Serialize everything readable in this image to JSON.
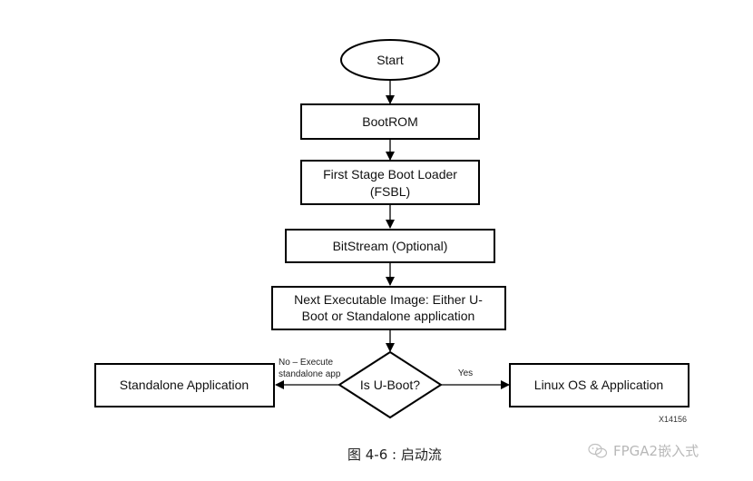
{
  "nodes": {
    "start": "Start",
    "bootrom": "BootROM",
    "fsbl": [
      "First Stage Boot Loader",
      "(FSBL)"
    ],
    "bitstream": "BitStream (Optional)",
    "next_image": [
      "Next Executable Image: Either U-",
      "Boot or Standalone application"
    ],
    "decision": "Is U-Boot?",
    "standalone": "Standalone Application",
    "linux": "Linux OS & Application"
  },
  "edges": {
    "no_label": [
      "No – Execute",
      "standalone app"
    ],
    "yes_label": "Yes"
  },
  "figure_id": "X14156",
  "caption": "图 4-6 : 启动流",
  "watermark": {
    "icon": "wechat-icon",
    "text": "FPGA2嵌入式"
  }
}
